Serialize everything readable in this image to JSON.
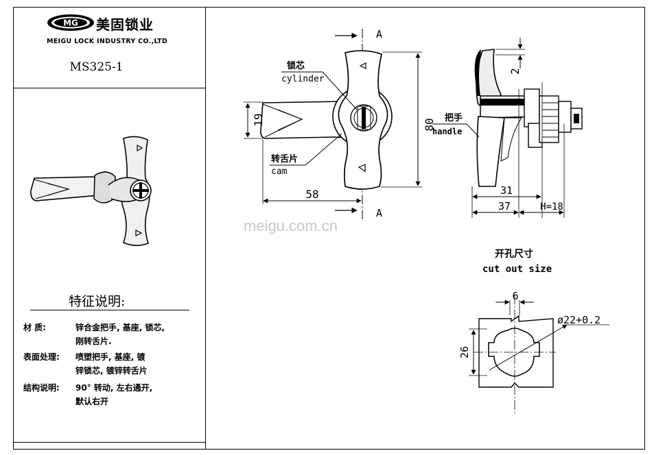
{
  "brand": {
    "logo_text": "MG",
    "name_cn": "美固锁业",
    "name_en": "MEIGU LOCK INDUSTRY CO.,LTD"
  },
  "model": "MS325-1",
  "features": {
    "title": "特征说明:",
    "rows": [
      {
        "label": "材    质:",
        "lines": [
          "锌合金把手, 基座, 锁芯,",
          "刚转舌片."
        ]
      },
      {
        "label": "表面处理:",
        "lines": [
          "喷塑把手, 基座, 镀",
          "锌锁芯, 镀锌转舌片"
        ]
      },
      {
        "label": "结构说明:",
        "lines": [
          "90° 转动, 左右通开,",
          "默认右开"
        ]
      }
    ]
  },
  "front_view": {
    "section_mark": "A",
    "cylinder_cn": "锁芯",
    "cylinder_en": "cylinder",
    "cam_cn": "转舌片",
    "cam_en": "cam",
    "dim_height": "80",
    "dim_cam_height": "19",
    "dim_length": "58"
  },
  "side_view": {
    "handle_cn": "把手",
    "handle_en": "handle",
    "dim_top": "2",
    "dim_a": "31",
    "dim_b": "37",
    "dim_h": "H=18"
  },
  "cutout": {
    "title_cn": "开孔尺寸",
    "title_en": "cut out size",
    "dim_key": "6",
    "dim_dia": "ø22+0.2",
    "dim_flat": "26"
  },
  "watermark": "meigu.com.cn"
}
